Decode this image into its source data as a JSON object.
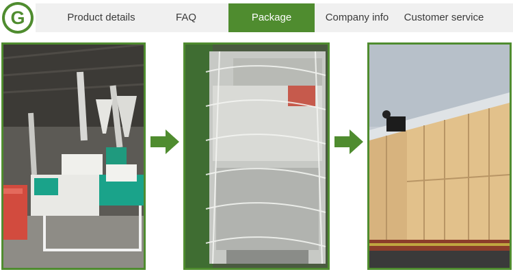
{
  "brand": {
    "logo_letter": "G",
    "logo_color": "#4f8c2f"
  },
  "nav": {
    "tabs": [
      {
        "label": "Product details",
        "active": false
      },
      {
        "label": "FAQ",
        "active": false
      },
      {
        "label": "Package",
        "active": true
      },
      {
        "label": "Company info",
        "active": false
      },
      {
        "label": "Customer service",
        "active": false
      }
    ]
  },
  "colors": {
    "accent": "#4f8c2f",
    "tab_bar_bg": "#f0f0f0",
    "tab_text": "#3a3a3a"
  },
  "photos": [
    {
      "subject": "flour-mill-machine"
    },
    {
      "subject": "plastic-wrapped-machine"
    },
    {
      "subject": "wooden-crate-on-truck"
    }
  ],
  "icons": [
    "process-arrow-icon",
    "process-arrow-icon"
  ]
}
